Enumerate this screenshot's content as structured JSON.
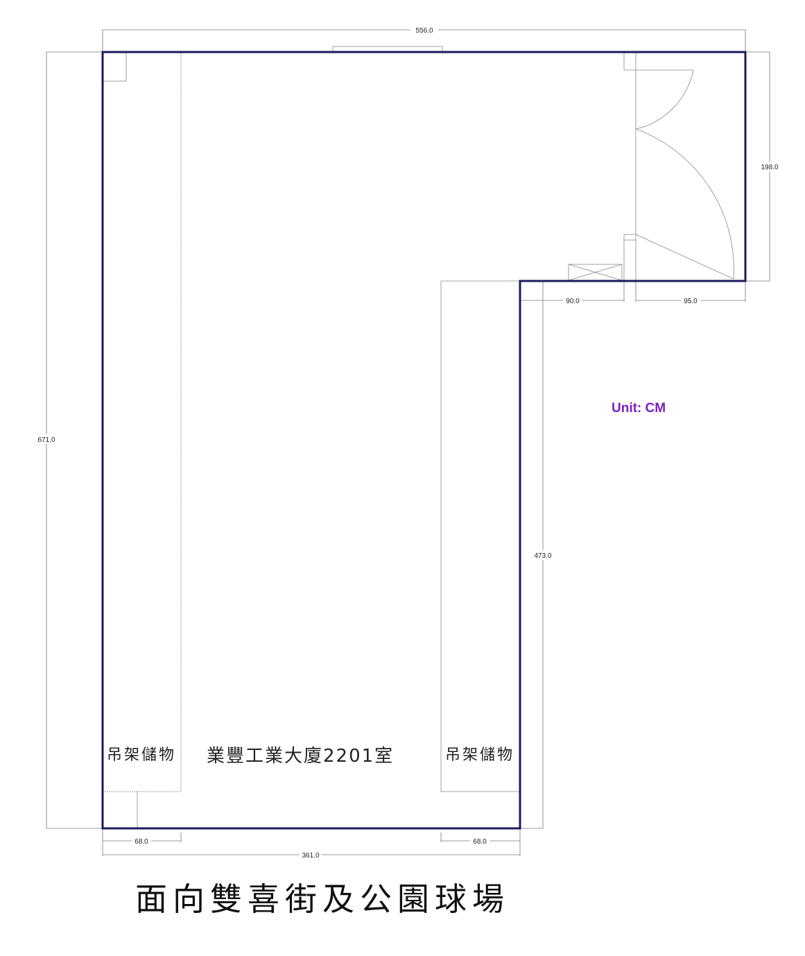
{
  "dimensions": {
    "top_width": "556.0",
    "left_height": "671.0",
    "right_upper_height": "198.0",
    "lower_right_height": "473.0",
    "step_width_a": "90.0",
    "step_width_b": "95.0",
    "bottom_total": "361.0",
    "bottom_left_shelf": "68.0",
    "bottom_right_shelf": "68.0"
  },
  "labels": {
    "left_storage": "吊架儲物",
    "right_storage": "吊架儲物",
    "room_name": "業豐工業大廈2201室"
  },
  "unit_note": "Unit: CM",
  "caption": "面向雙喜街及公園球場",
  "colors": {
    "wall": "#1a1a5e",
    "unit": "#7a1fc4"
  }
}
